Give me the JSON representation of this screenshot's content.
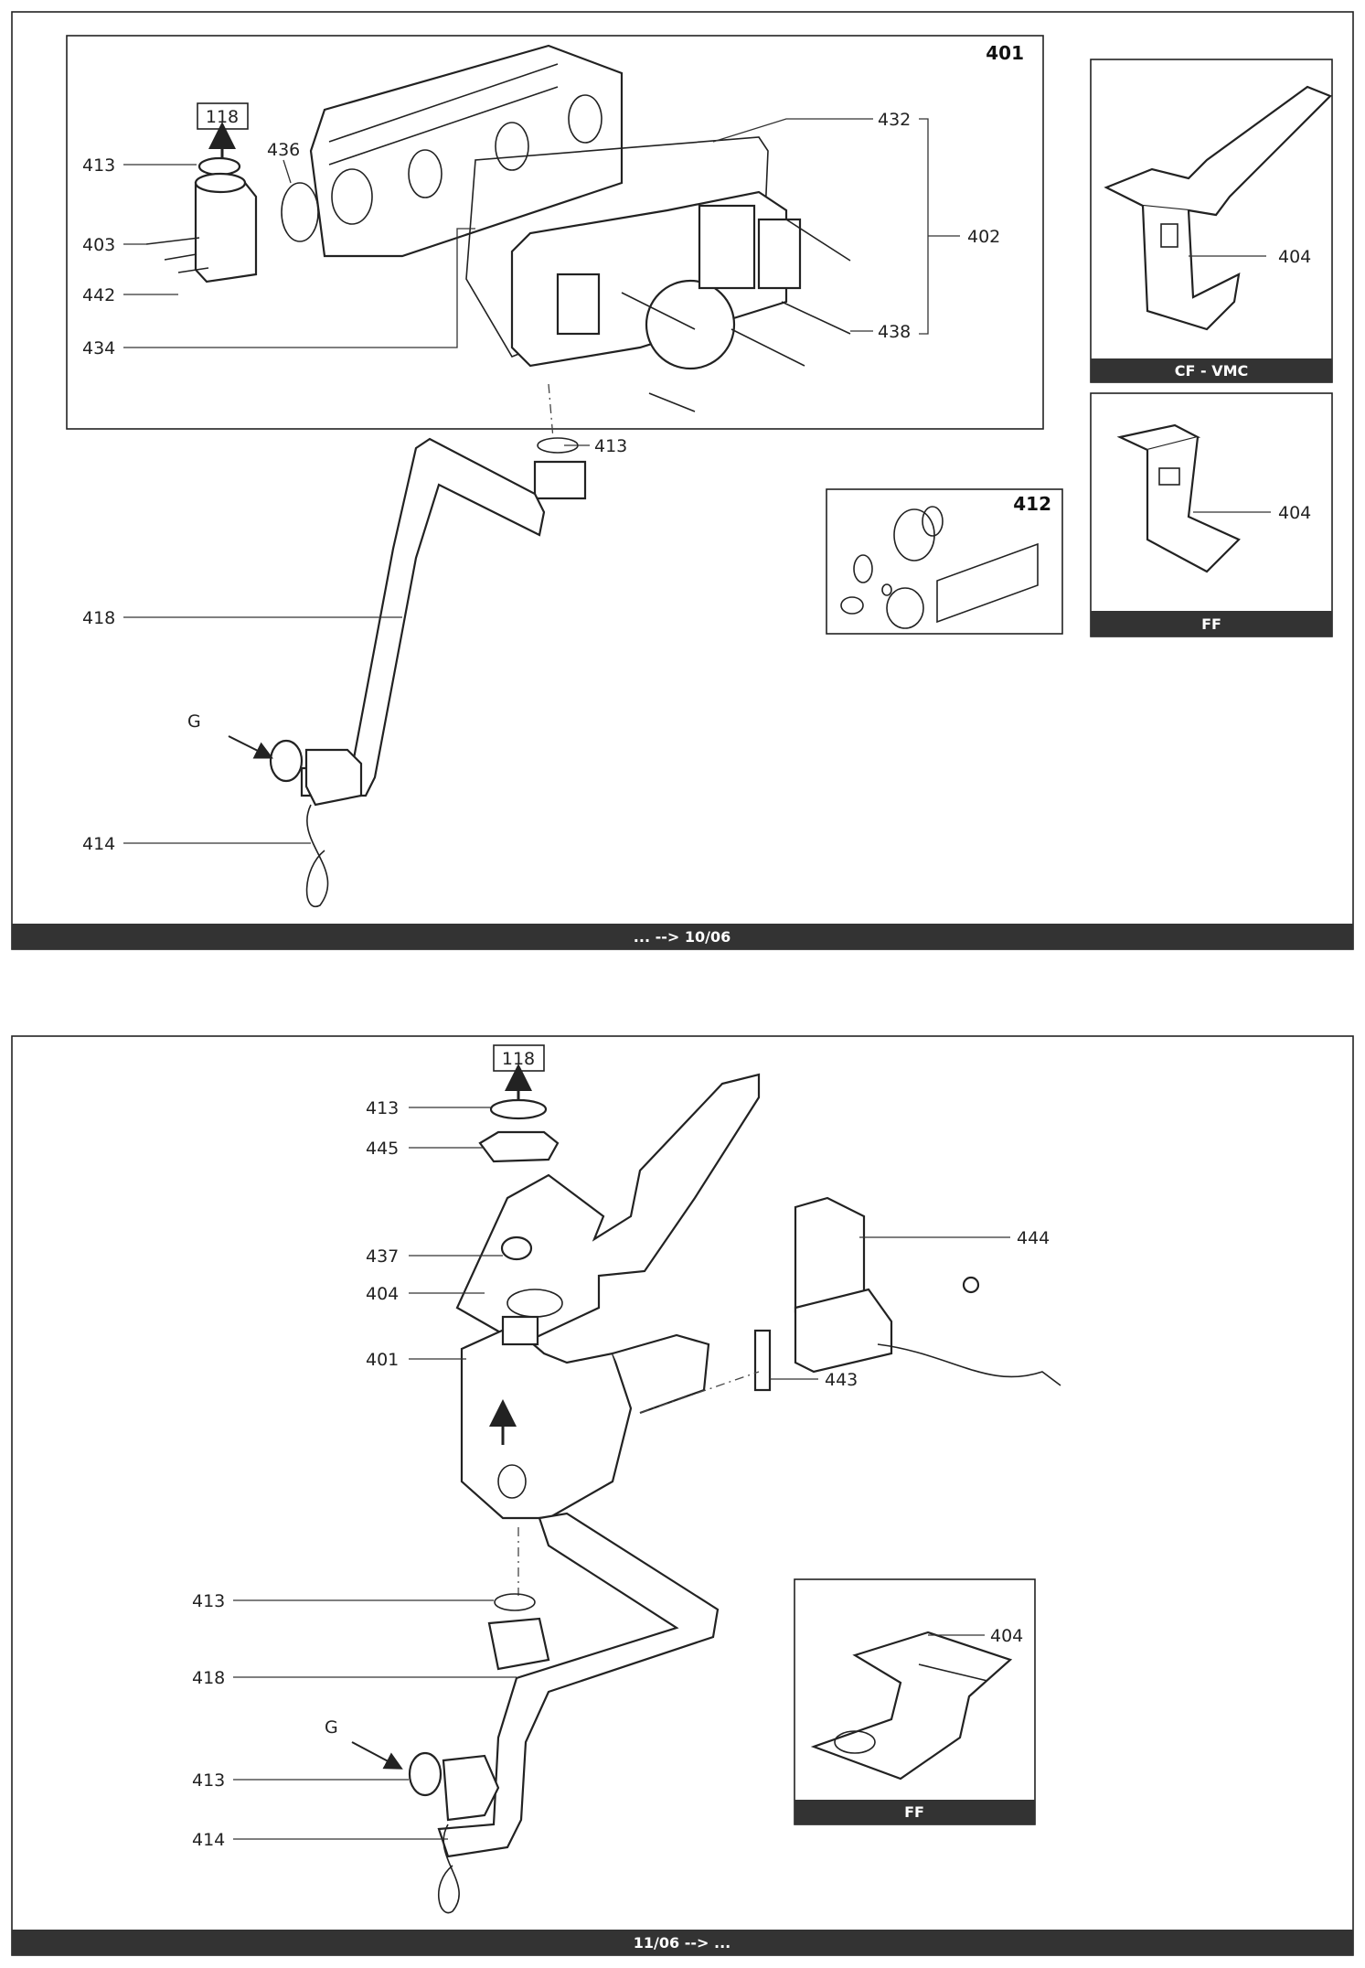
{
  "top_panel": {
    "main_box_number": "401",
    "callouts": {
      "ref_118": "118",
      "l413a": "413",
      "l436": "436",
      "l403": "403",
      "l442": "442",
      "l434": "434",
      "l432": "432",
      "l402": "402",
      "l438": "438",
      "l413b": "413",
      "l418": "418",
      "l414": "414"
    },
    "kit_box_number": "412",
    "bracket_cf": {
      "number": "404",
      "caption": "CF - VMC"
    },
    "bracket_ff": {
      "number": "404",
      "caption": "FF"
    },
    "gas_symbol": "G",
    "footer": "... --> 10/06"
  },
  "bottom_panel": {
    "callouts": {
      "ref_118": "118",
      "l413a": "413",
      "l445": "445",
      "l437": "437",
      "l404": "404",
      "l401": "401",
      "l444": "444",
      "l443": "443",
      "l413b": "413",
      "l418": "418",
      "l413c": "413",
      "l414": "414"
    },
    "bracket_ff": {
      "number": "404",
      "caption": "FF"
    },
    "gas_symbol": "G",
    "footer": "11/06 --> ..."
  }
}
